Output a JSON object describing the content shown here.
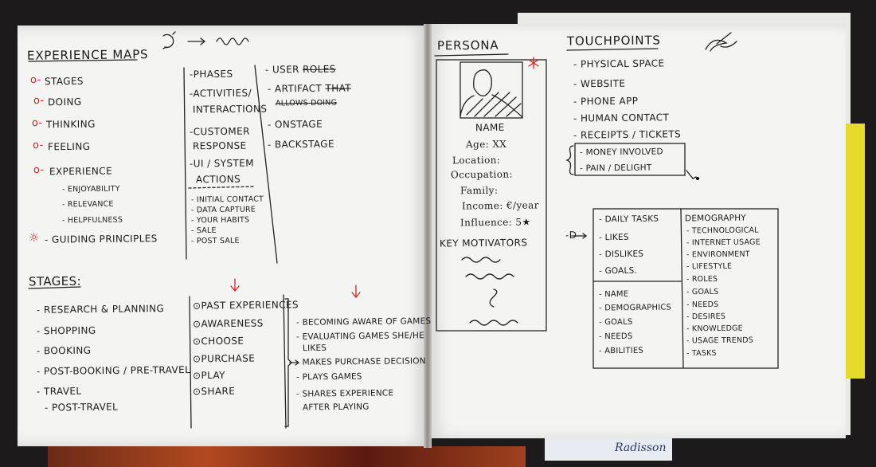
{
  "left_page": {
    "experience_maps": {
      "title": "EXPERIENCE MAPS",
      "items": [
        "STAGES",
        "DOING",
        "THINKING",
        "FEELING",
        "EXPERIENCE"
      ],
      "sub_items": [
        "ENJOYABILITY",
        "RELEVANCE",
        "HELPFULNESS"
      ],
      "guiding": "GUIDING PRINCIPLES"
    },
    "col2": {
      "items": [
        "PHASES",
        "ACTIVITIES/",
        "INTERACTIONS",
        "CUSTOMER",
        "RESPONSE",
        "UI / SYSTEM",
        "ACTIONS"
      ],
      "small": [
        "INITIAL CONTACT",
        "DATA CAPTURE",
        "YOUR HABITS",
        "SALE",
        "POST SALE"
      ]
    },
    "col3": {
      "user": "USER",
      "user_struck": "ROLES",
      "artifact": "ARTIFACT",
      "artifact_struck": "THAT",
      "allows": "ALLOWS DOING",
      "onstage": "ONSTAGE",
      "backstage": "BACKSTAGE"
    },
    "stages": {
      "title": "STAGES:",
      "items": [
        "RESEARCH & PLANNING",
        "SHOPPING",
        "BOOKING",
        "POST-BOOKING / PRE-TRAVEL",
        "TRAVEL",
        "POST-TRAVEL"
      ]
    },
    "steps": {
      "items": [
        "PAST EXPERIENCES",
        "AWARENESS",
        "CHOOSE",
        "PURCHASE",
        "PLAY",
        "SHARE"
      ]
    },
    "actions": {
      "items": [
        "BECOMING AWARE OF GAMES",
        "EVALUATING GAMES SHE/HE",
        "LIKES",
        "MAKES PURCHASE DECISION",
        "PLAYS GAMES",
        "SHARES EXPERIENCE",
        "AFTER PLAYING"
      ]
    }
  },
  "right_page": {
    "persona": {
      "title": "PERSONA",
      "name": "NAME",
      "fields": [
        "Age: XX",
        "Location:",
        "Occupation:",
        "Family:",
        "Income: €/year",
        "Influence: 5★"
      ],
      "key_motivators": "KEY MOTIVATORS"
    },
    "touchpoints": {
      "title": "TOUCHPOINTS",
      "items": [
        "PHYSICAL SPACE",
        "WEBSITE",
        "PHONE APP",
        "HUMAN CONTACT",
        "RECEIPTS / TICKETS"
      ],
      "boxed": [
        "MONEY INVOLVED",
        "PAIN / DELIGHT"
      ]
    },
    "table": {
      "col1_top": [
        "DAILY TASKS",
        "LIKES",
        "DISLIKES",
        "GOALS."
      ],
      "col1_bottom": [
        "NAME",
        "DEMOGRAPHICS",
        "GOALS",
        "NEEDS",
        "ABILITIES"
      ],
      "col2_title": "DEMOGRAPHY",
      "col2": [
        "TECHNOLOGICAL",
        "INTERNET USAGE",
        "ENVIRONMENT",
        "LIFESTYLE",
        "ROLES",
        "GOALS",
        "NEEDS",
        "DESIRES",
        "KNOWLEDGE",
        "USAGE TRENDS",
        "TASKS"
      ]
    },
    "arrow_label": "-D"
  },
  "sticker_text": "Radisson"
}
